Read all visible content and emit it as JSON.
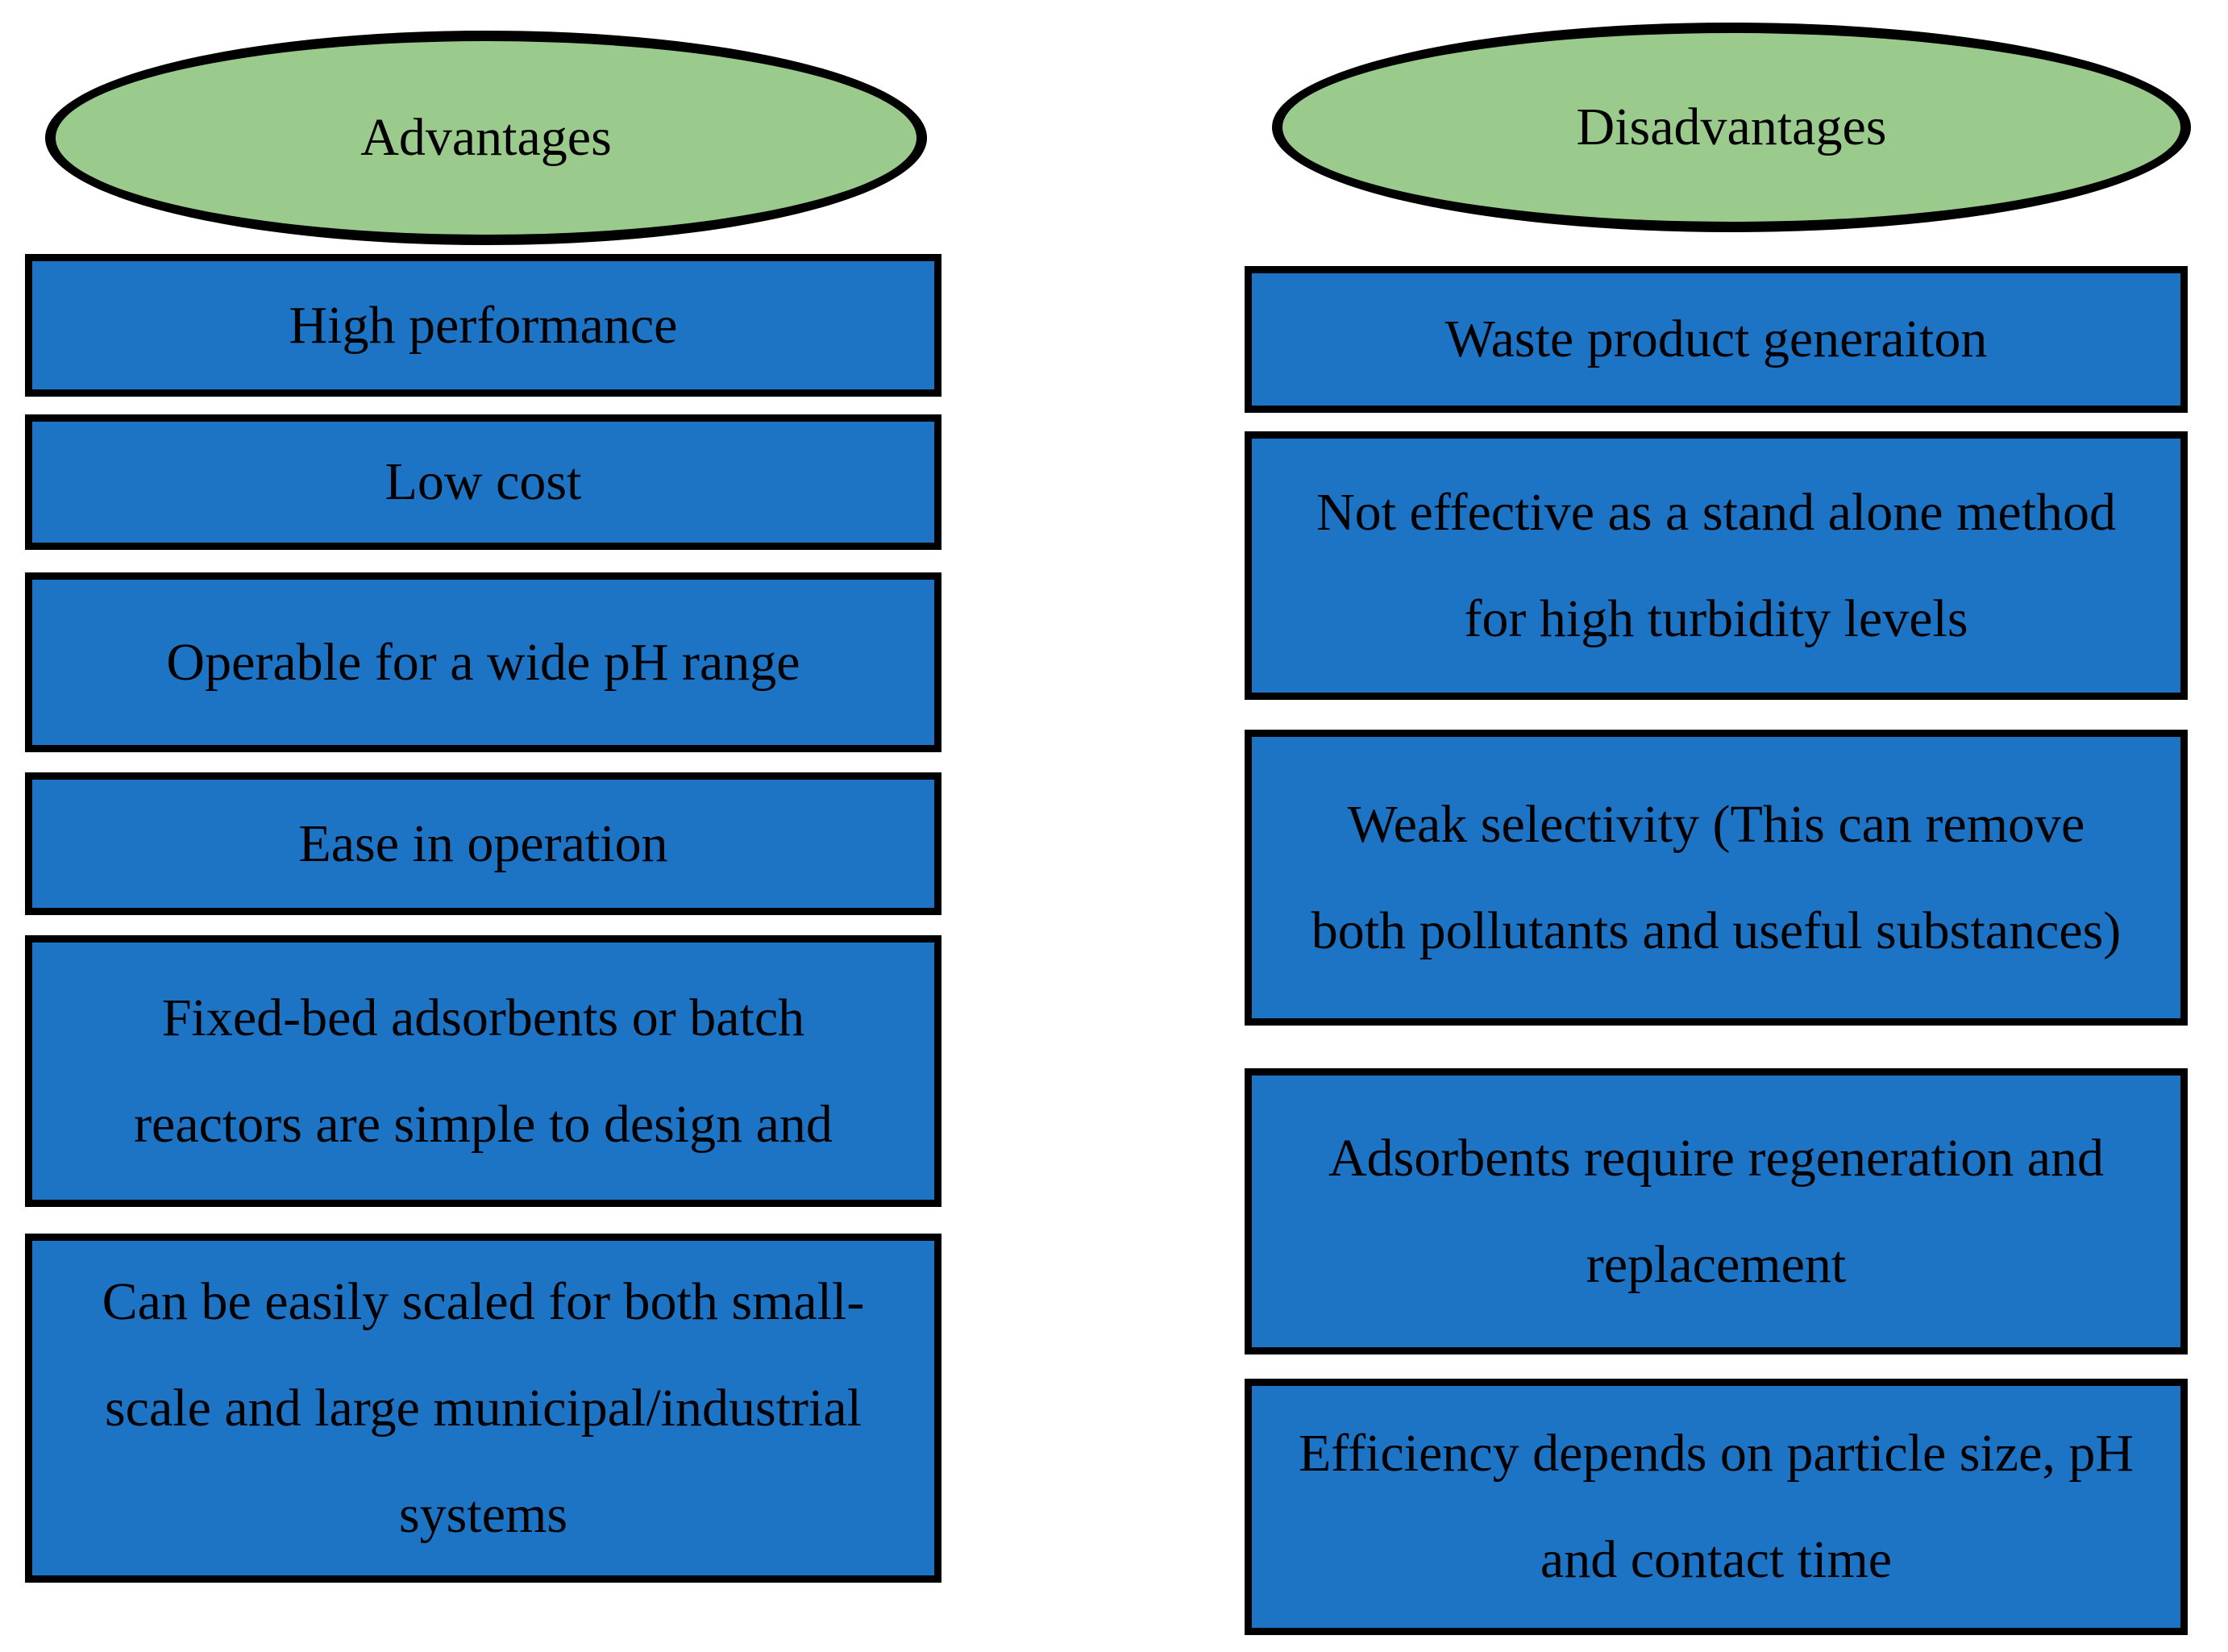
{
  "advantages": {
    "header": "Advantages",
    "items": [
      {
        "lines": [
          "High performance"
        ]
      },
      {
        "lines": [
          "Low cost"
        ]
      },
      {
        "lines": [
          "Operable for a wide pH range"
        ]
      },
      {
        "lines": [
          "Ease in operation"
        ]
      },
      {
        "lines": [
          "Fixed-bed adsorbents or batch",
          "reactors are simple to design and"
        ]
      },
      {
        "lines": [
          "Can be easily scaled for both small-",
          "scale and large municipal/industrial",
          "systems"
        ]
      }
    ]
  },
  "disadvantages": {
    "header": "Disadvantages",
    "items": [
      {
        "lines": [
          "Waste product generaiton"
        ]
      },
      {
        "lines": [
          "Not effective as a stand alone method",
          "for high turbidity levels"
        ]
      },
      {
        "lines": [
          "Weak selectivity (This can remove",
          "both pollutants and useful substances)"
        ]
      },
      {
        "lines": [
          "Adsorbents require regeneration and",
          "replacement"
        ]
      },
      {
        "lines": [
          "Efficiency depends on particle size, pH",
          "and contact time"
        ]
      }
    ]
  },
  "colors": {
    "header_fill": "#9BCB8C",
    "box_fill": "#1D73C4",
    "border": "#000000",
    "text": "#000000",
    "background": "#FFFFFF"
  }
}
